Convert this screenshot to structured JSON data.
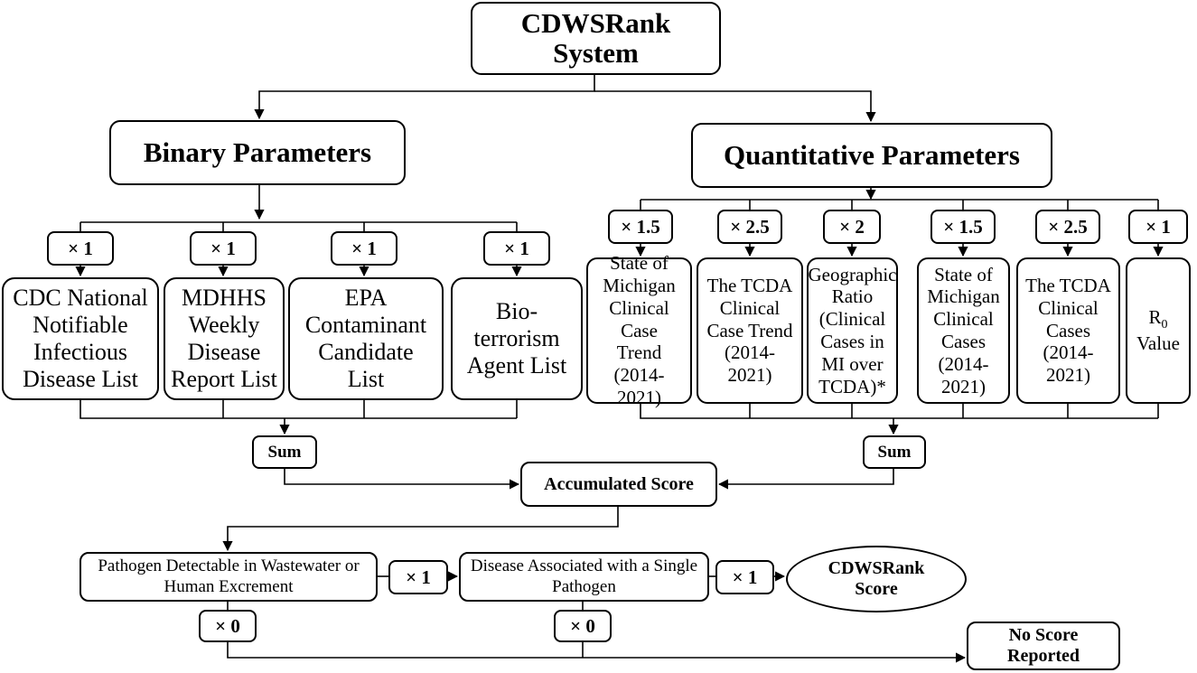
{
  "title": "CDWSRank System",
  "binary": {
    "heading": "Binary Parameters",
    "items": [
      {
        "mult": "× 1",
        "label": "CDC National Notifiable Infectious Disease List"
      },
      {
        "mult": "× 1",
        "label": "MDHHS Weekly Disease Report List"
      },
      {
        "mult": "× 1",
        "label": "EPA Contaminant Candidate List"
      },
      {
        "mult": "× 1",
        "label": "Bio-terrorism Agent List"
      }
    ],
    "sum": "Sum"
  },
  "quantitative": {
    "heading": "Quantitative Parameters",
    "items": [
      {
        "mult": "× 1.5",
        "label": "State of Michigan Clinical Case Trend (2014-2021)"
      },
      {
        "mult": "× 2.5",
        "label": "The TCDA Clinical Case Trend (2014-2021)"
      },
      {
        "mult": "× 2",
        "label": "Geographic Ratio (Clinical Cases in MI over TCDA)*"
      },
      {
        "mult": "× 1.5",
        "label": "State of Michigan Clinical Cases (2014-2021)"
      },
      {
        "mult": "× 2.5",
        "label": "The TCDA Clinical Cases (2014-2021)"
      },
      {
        "mult": "× 1",
        "label": "R0 Value"
      }
    ],
    "sum": "Sum"
  },
  "accumulated": "Accumulated Score",
  "conditions": [
    {
      "label": "Pathogen Detectable in Wastewater or Human Excrement",
      "yes": "× 1",
      "no": "× 0"
    },
    {
      "label": "Disease Associated with a Single Pathogen",
      "yes": "× 1",
      "no": "× 0"
    }
  ],
  "final_score": "CDWSRank Score",
  "no_score": "No Score Reported"
}
